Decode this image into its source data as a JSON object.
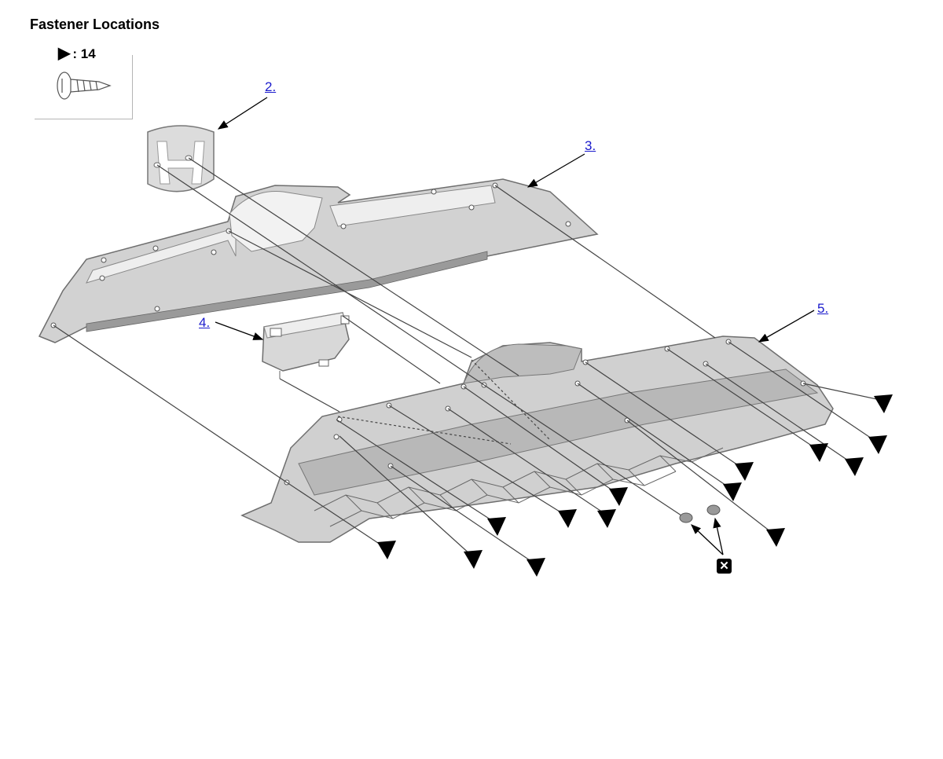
{
  "title": "Fastener Locations",
  "legend": {
    "count_label": ": 14",
    "marker_icon": "black-triangle-icon",
    "fastener_icon": "tapping-screw-icon"
  },
  "callouts": [
    {
      "id": "2",
      "label": "2."
    },
    {
      "id": "3",
      "label": "3."
    },
    {
      "id": "4",
      "label": "4."
    },
    {
      "id": "5",
      "label": "5."
    }
  ],
  "replace_marker_icon": "replace-x-icon",
  "colors": {
    "part_fill": "#d6d6d6",
    "part_stroke": "#6e6e6e",
    "link": "#1a1acc",
    "marker": "#000000"
  }
}
